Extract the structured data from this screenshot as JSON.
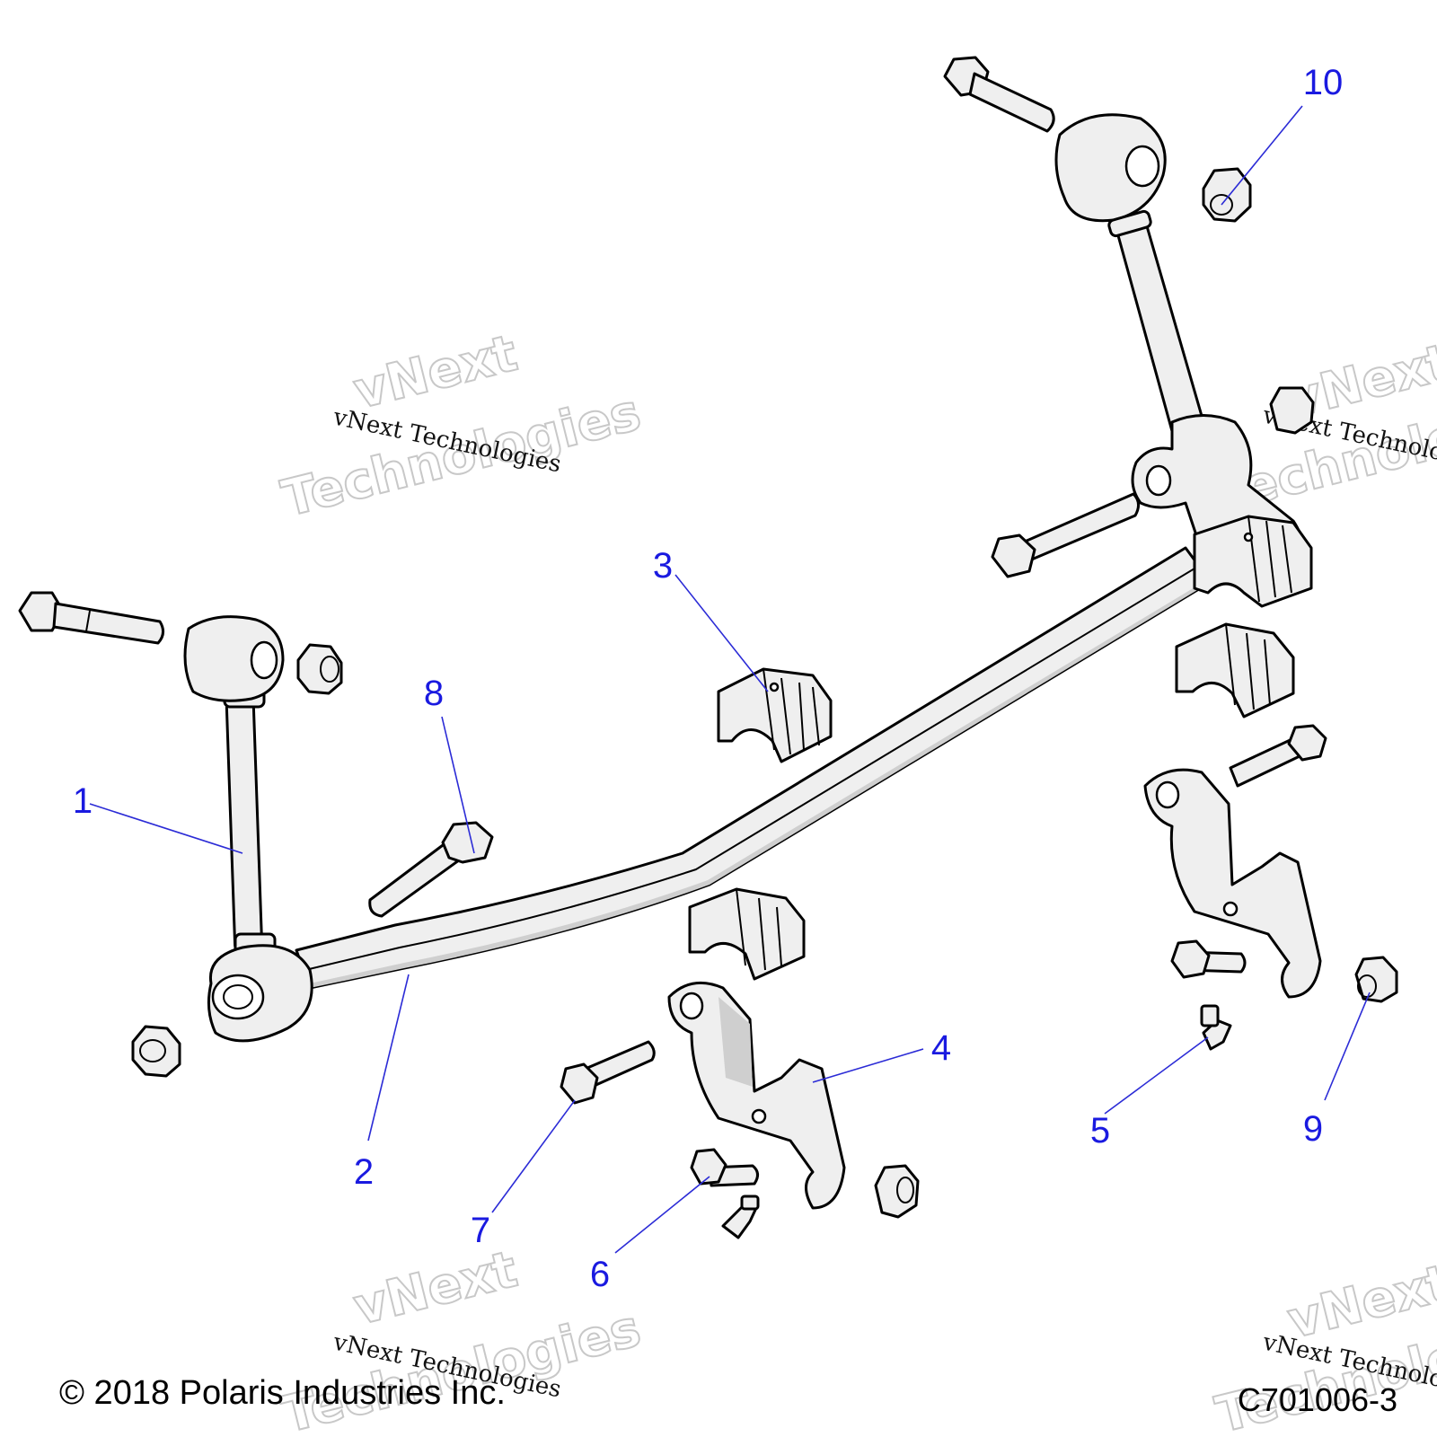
{
  "callouts": [
    {
      "label": "1"
    },
    {
      "label": "2"
    },
    {
      "label": "3"
    },
    {
      "label": "4"
    },
    {
      "label": "5"
    },
    {
      "label": "6"
    },
    {
      "label": "7"
    },
    {
      "label": "8"
    },
    {
      "label": "9"
    },
    {
      "label": "10"
    }
  ],
  "watermark": {
    "small_text": "vNext Technologies",
    "large_line1": "vNext",
    "large_line2": "Technologies"
  },
  "footer": {
    "copyright": "© 2018 Polaris Industries Inc.",
    "figure_code": "C701006-3"
  },
  "colors": {
    "callout": "#1a1ae0",
    "leader": "#2b2bd6",
    "part_fill": "#efefef"
  }
}
